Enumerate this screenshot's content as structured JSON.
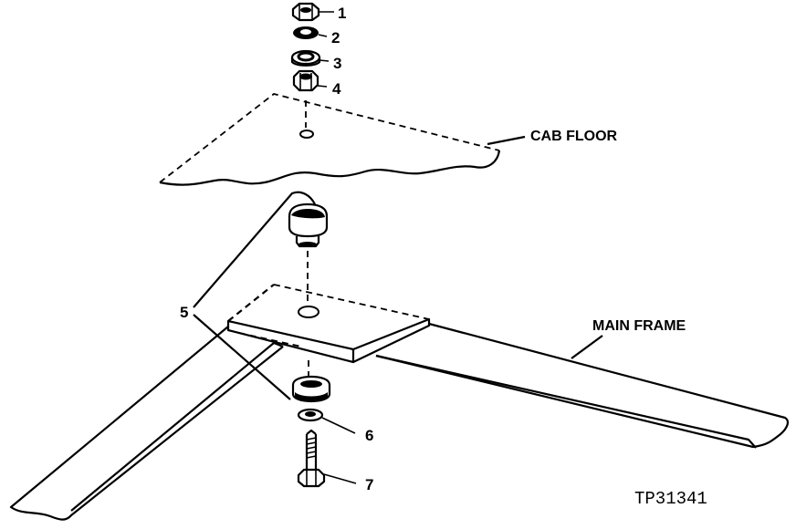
{
  "callouts": {
    "c1": "1",
    "c2": "2",
    "c3": "3",
    "c4": "4",
    "c5": "5",
    "c6": "6",
    "c7": "7"
  },
  "labels": {
    "cab_floor": "CAB FLOOR",
    "main_frame": "MAIN FRAME"
  },
  "figure_code": "TP31341",
  "colors": {
    "ink": "#000000",
    "paper": "#ffffff"
  }
}
